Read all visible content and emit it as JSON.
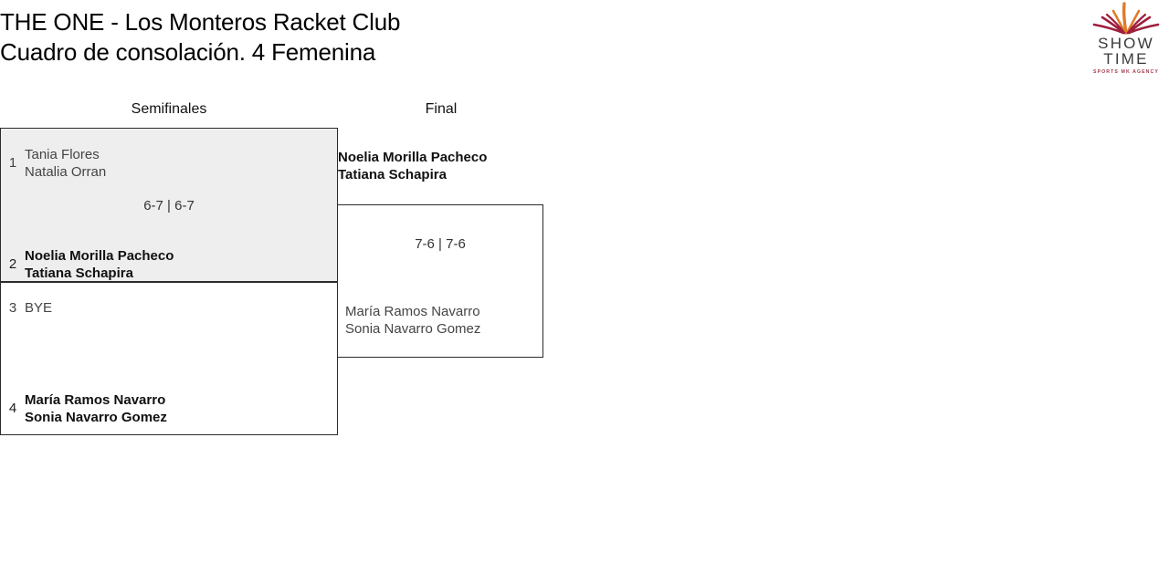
{
  "header": {
    "title_line1": "THE ONE - Los Monteros Racket Club",
    "title_line2": "Cuadro de consolación. 4 Femenina"
  },
  "logo": {
    "word_top": "SHOW",
    "word_bottom": "TIME",
    "tagline": "SPORTS MK AGENCY",
    "burst_outer_color": "#9e1f3d",
    "burst_inner_color": "#e07b2a",
    "wordmark_color": "#3a3a3a",
    "tagline_color": "#a33a4a"
  },
  "bracket": {
    "rounds": [
      {
        "label": "Semifinales"
      },
      {
        "label": "Final"
      }
    ],
    "matches": [
      {
        "round": 0,
        "highlighted": true,
        "score": "6-7 | 6-7",
        "top": {
          "seed": "1",
          "players": [
            "Tania Flores",
            "Natalia Orran"
          ],
          "winner": false
        },
        "bottom": {
          "seed": "2",
          "players": [
            "Noelia Morilla Pacheco",
            "Tatiana Schapira"
          ],
          "winner": true
        }
      },
      {
        "round": 0,
        "highlighted": false,
        "score": "",
        "top": {
          "seed": "3",
          "players": [
            "BYE"
          ],
          "winner": false
        },
        "bottom": {
          "seed": "4",
          "players": [
            "María Ramos Navarro",
            "Sonia Navarro Gomez"
          ],
          "winner": true
        }
      },
      {
        "round": 1,
        "highlighted": false,
        "score": "7-6 | 7-6",
        "top": {
          "seed": "",
          "players": [
            "Noelia Morilla Pacheco",
            "Tatiana Schapira"
          ],
          "winner": true
        },
        "bottom": {
          "seed": "",
          "players": [
            "María Ramos Navarro",
            "Sonia Navarro Gomez"
          ],
          "winner": false
        }
      }
    ]
  },
  "colors": {
    "box_border": "#2b2b2b",
    "box_highlight_bg": "#eeeeee",
    "winner_text": "#111111",
    "loser_text": "#444444"
  }
}
